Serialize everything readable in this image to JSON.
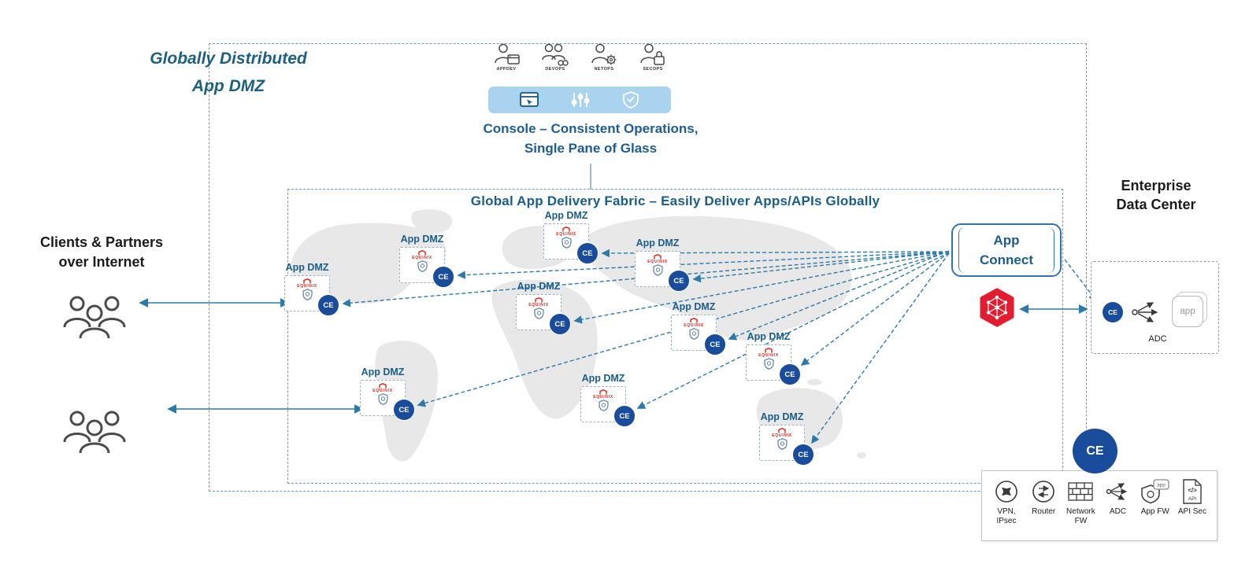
{
  "header": {
    "global_dmz_title_line1": "Globally Distributed",
    "global_dmz_title_line2": "App DMZ",
    "console_title_line1": "Console – Consistent Operations,",
    "console_title_line2": "Single Pane of Glass",
    "personas": [
      {
        "name": "appdev",
        "label": "APPDEV"
      },
      {
        "name": "devops",
        "label": "DEVOPS"
      },
      {
        "name": "netops",
        "label": "NETOPS"
      },
      {
        "name": "secops",
        "label": "SECOPS"
      }
    ]
  },
  "left_side": {
    "clients_title_line1": "Clients & Partners",
    "clients_title_line2": "over Internet"
  },
  "fabric": {
    "title": "Global App Delivery Fabric – Easily Deliver Apps/APIs Globally",
    "node_label": "App DMZ",
    "node_provider": "EQUINIX",
    "ce_label": "CE"
  },
  "right_side": {
    "app_connect_line1": "App",
    "app_connect_line2": "Connect",
    "enterprise_title_line1": "Enterprise",
    "enterprise_title_line2": "Data Center",
    "dc_ce_label": "CE",
    "dc_adc_label": "ADC",
    "dc_app_label": "app"
  },
  "legend": {
    "ce_label": "CE",
    "app_fw_icon_text": "app",
    "api_icon_glyph": "</>",
    "api_icon_label": "API",
    "items": [
      {
        "name": "vpn-ipsec",
        "label": "VPN, IPsec"
      },
      {
        "name": "router",
        "label": "Router"
      },
      {
        "name": "network-fw",
        "label": "Network FW"
      },
      {
        "name": "adc",
        "label": "ADC"
      },
      {
        "name": "app-fw",
        "label": "App FW"
      },
      {
        "name": "api-sec",
        "label": "API Sec"
      }
    ]
  },
  "colors": {
    "title_blue": "#1a5d8c",
    "ce_blue": "#1a4c9c",
    "dashed_border_blue": "#5b9bd0",
    "console_bar_blue": "#a9d3ee",
    "arrow_blue": "#2d7aa8",
    "equinix_red": "#e2231a",
    "xc_red": "#e21d2f",
    "map_gray": "#e8e8e8"
  }
}
